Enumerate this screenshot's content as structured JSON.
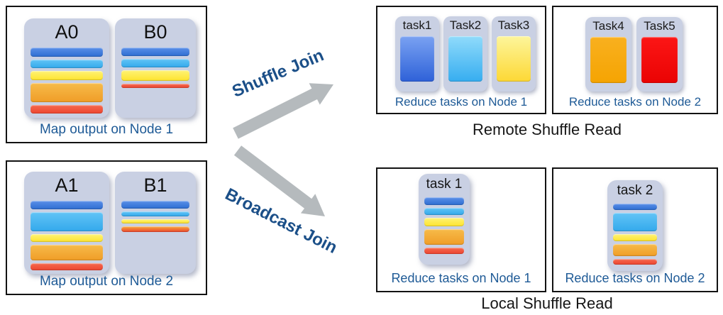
{
  "diagram": {
    "colors": {
      "caption_blue": "#1e5a96",
      "join_label_navy": "#1b4f88",
      "arrow_gray": "#b5babd",
      "card_bg": "#c9d0e3",
      "box_border": "#121212"
    },
    "map_nodes": [
      {
        "caption": "Map output on Node 1",
        "cards": [
          {
            "title": "A0",
            "stripes": [
              {
                "name": "blue",
                "c1": "#5b8fe8",
                "c2": "#2e6ed2",
                "h": 13
              },
              {
                "name": "sky-blue",
                "c1": "#62c4f6",
                "c2": "#33a9ec",
                "h": 12
              },
              {
                "name": "yellow",
                "c1": "#fef275",
                "c2": "#fee42e",
                "h": 13
              },
              {
                "name": "orange",
                "c1": "#f6bb4a",
                "c2": "#f09d27",
                "h": 27
              },
              {
                "name": "red",
                "c1": "#f4694f",
                "c2": "#ee4530",
                "h": 12
              }
            ]
          },
          {
            "title": "B0",
            "stripes": [
              {
                "name": "blue",
                "c1": "#5b8fe8",
                "c2": "#2e6ed2",
                "h": 12
              },
              {
                "name": "sky-blue",
                "c1": "#62c4f6",
                "c2": "#33a9ec",
                "h": 12
              },
              {
                "name": "yellow",
                "c1": "#fef275",
                "c2": "#fee42e",
                "h": 15
              },
              {
                "name": "red",
                "c1": "#f4694f",
                "c2": "#ee4530",
                "h": 6
              }
            ]
          }
        ]
      },
      {
        "caption": "Map output on Node 2",
        "cards": [
          {
            "title": "A1",
            "stripes": [
              {
                "name": "blue",
                "c1": "#5b8fe8",
                "c2": "#2e6ed2",
                "h": 12
              },
              {
                "name": "sky-blue",
                "c1": "#62c4f6",
                "c2": "#33a9ec",
                "h": 27
              },
              {
                "name": "yellow",
                "c1": "#fef275",
                "c2": "#fee42e",
                "h": 11
              },
              {
                "name": "orange",
                "c1": "#f6bb4a",
                "c2": "#f09d27",
                "h": 22
              },
              {
                "name": "red",
                "c1": "#f4694f",
                "c2": "#ee4530",
                "h": 10
              }
            ]
          },
          {
            "title": "B1",
            "stripes": [
              {
                "name": "blue",
                "c1": "#5b8fe8",
                "c2": "#2e6ed2",
                "h": 11
              },
              {
                "name": "sky-blue",
                "c1": "#62c4f6",
                "c2": "#33a9ec",
                "h": 7
              },
              {
                "name": "yellow",
                "c1": "#fef275",
                "c2": "#fee42e",
                "h": 6
              },
              {
                "name": "orange-red",
                "c1": "#f6a93c",
                "c2": "#ee4630",
                "h": 8
              }
            ]
          }
        ]
      }
    ],
    "arrows": [
      {
        "label": "Shuffle Join"
      },
      {
        "label": "Broadcast Join"
      }
    ],
    "remote": {
      "title": "Remote Shuffle Read",
      "boxes": [
        {
          "caption": "Reduce tasks on Node 1",
          "tasks": [
            {
              "label": "task1",
              "stripes": [
                {
                  "name": "blue-block",
                  "c1": "#7aa2f2",
                  "c2": "#2e61d8",
                  "h": 64
                }
              ]
            },
            {
              "label": "Task2",
              "stripes": [
                {
                  "name": "sky-blue-block",
                  "c1": "#90dbfb",
                  "c2": "#36adf0",
                  "h": 64
                }
              ]
            },
            {
              "label": "Task3",
              "stripes": [
                {
                  "name": "yellow-block",
                  "c1": "#fdf59b",
                  "c2": "#fdd835",
                  "h": 64
                }
              ]
            }
          ]
        },
        {
          "caption": "Reduce tasks on Node 2",
          "tasks": [
            {
              "label": "Task4",
              "stripes": [
                {
                  "name": "orange-block",
                  "c1": "#f9b01f",
                  "c2": "#f5a402",
                  "h": 65
                }
              ]
            },
            {
              "label": "Task5",
              "stripes": [
                {
                  "name": "red-block",
                  "c1": "#fc1616",
                  "c2": "#ea0303",
                  "h": 65
                }
              ]
            }
          ]
        }
      ]
    },
    "local": {
      "title": "Local Shuffle Read",
      "boxes": [
        {
          "caption": "Reduce tasks on Node 1",
          "tasks": [
            {
              "label": "task 1",
              "stripes": [
                {
                  "name": "blue",
                  "c1": "#5b8fe8",
                  "c2": "#2e6ed2",
                  "h": 11
                },
                {
                  "name": "sky-blue",
                  "c1": "#62c4f6",
                  "c2": "#33a9ec",
                  "h": 10
                },
                {
                  "name": "yellow",
                  "c1": "#fef275",
                  "c2": "#fee42e",
                  "h": 12
                },
                {
                  "name": "orange",
                  "c1": "#f6bb4a",
                  "c2": "#f09d27",
                  "h": 22
                },
                {
                  "name": "red",
                  "c1": "#f4694f",
                  "c2": "#ee4530",
                  "h": 9
                }
              ]
            }
          ]
        },
        {
          "caption": "Reduce tasks on Node 2",
          "tasks": [
            {
              "label": "task 2",
              "stripes": [
                {
                  "name": "blue",
                  "c1": "#5b8fe8",
                  "c2": "#2e6ed2",
                  "h": 9
                },
                {
                  "name": "sky-blue",
                  "c1": "#62c4f6",
                  "c2": "#33a9ec",
                  "h": 26
                },
                {
                  "name": "yellow",
                  "c1": "#fef275",
                  "c2": "#fee42e",
                  "h": 10
                },
                {
                  "name": "orange",
                  "c1": "#f6bb4a",
                  "c2": "#f09d27",
                  "h": 17
                },
                {
                  "name": "red",
                  "c1": "#f4694f",
                  "c2": "#ee4530",
                  "h": 8
                }
              ]
            }
          ]
        }
      ]
    }
  }
}
